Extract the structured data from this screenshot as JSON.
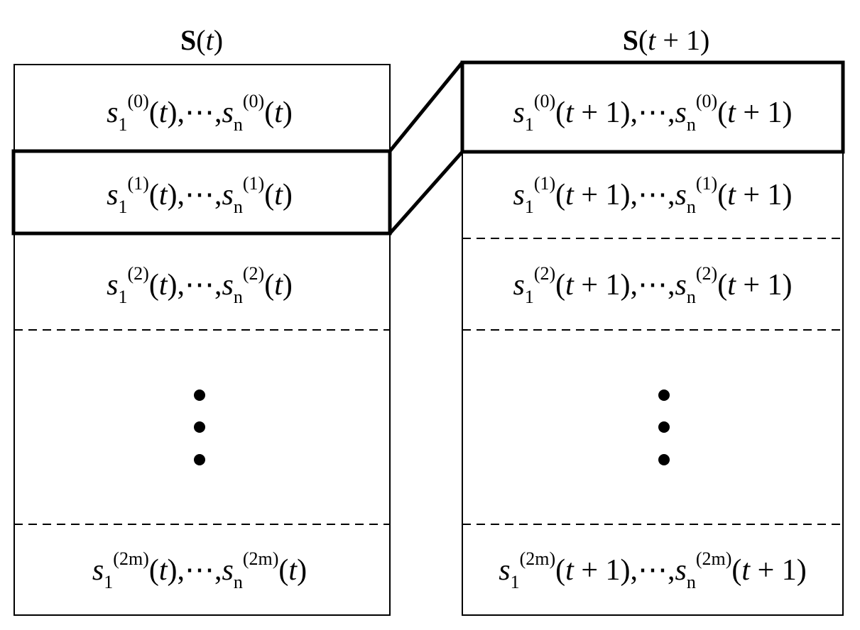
{
  "left_stack": {
    "title": {
      "bold": "S",
      "open": "(",
      "var": "t",
      "close": ")"
    },
    "rows": [
      {
        "s": "s",
        "sub1": "1",
        "sup": "(0)",
        "arg": "t",
        "sep": ",⋯,",
        "subn": "n"
      },
      {
        "s": "s",
        "sub1": "1",
        "sup": "(1)",
        "arg": "t",
        "sep": ",⋯,",
        "subn": "n"
      },
      {
        "s": "s",
        "sub1": "1",
        "sup": "(2)",
        "arg": "t",
        "sep": ",⋯,",
        "subn": "n"
      },
      {
        "s": "s",
        "sub1": "1",
        "sup": "(2m)",
        "arg": "t",
        "sep": ",⋯,",
        "subn": "n"
      }
    ]
  },
  "right_stack": {
    "title": {
      "bold": "S",
      "open": "(",
      "var": "t",
      "rest": " + 1)"
    },
    "rows": [
      {
        "s": "s",
        "sub1": "1",
        "sup": "(0)",
        "arg": "t",
        "argrest": " + 1",
        "sep": ",⋯,",
        "subn": "n"
      },
      {
        "s": "s",
        "sub1": "1",
        "sup": "(1)",
        "arg": "t",
        "argrest": " + 1",
        "sep": ",⋯,",
        "subn": "n"
      },
      {
        "s": "s",
        "sub1": "1",
        "sup": "(2)",
        "arg": "t",
        "argrest": " + 1",
        "sep": ",⋯,",
        "subn": "n"
      },
      {
        "s": "s",
        "sub1": "1",
        "sup": "(2m)",
        "arg": "t",
        "argrest": " + 1",
        "sep": ",⋯,",
        "subn": "n"
      }
    ]
  }
}
